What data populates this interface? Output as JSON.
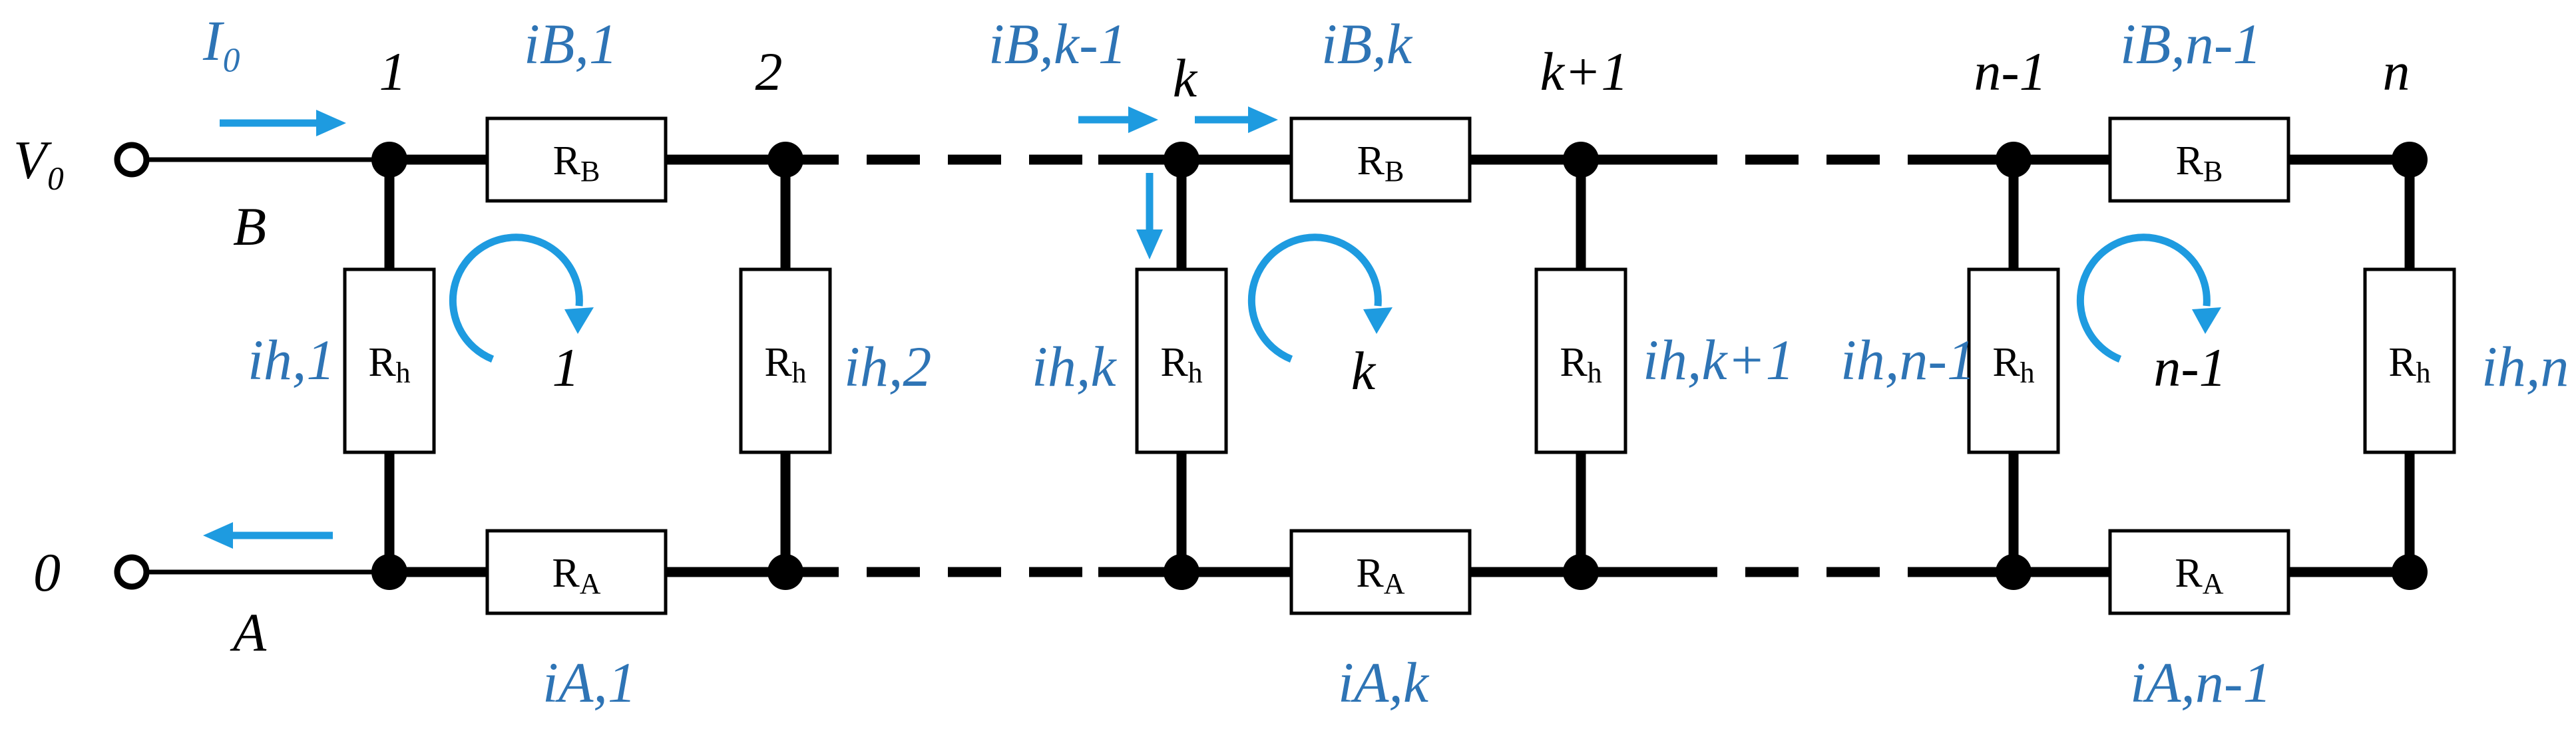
{
  "terminals": {
    "v0": "V₀",
    "zero": "0",
    "rail_b": "B",
    "rail_a": "A"
  },
  "nodes": [
    "1",
    "2",
    "k",
    "k+1",
    "n-1",
    "n"
  ],
  "source_current": "I₀",
  "resistors": {
    "rb": {
      "main": "R",
      "sub": "B"
    },
    "ra": {
      "main": "R",
      "sub": "A"
    },
    "rh": {
      "main": "R",
      "sub": "h"
    }
  },
  "currents_b": [
    "iʙ,1",
    "iB,k-1",
    "iB,k",
    "iB,n-1"
  ],
  "currents_b_text": {
    "b1": "iB,1",
    "bk1": "iB,k-1",
    "bk": "iB,k",
    "bn1": "iB,n-1"
  },
  "currents_a": {
    "a1": "iA,1",
    "ak": "iA,k",
    "an1": "iA,n-1"
  },
  "currents_h": {
    "h1": "ih,1",
    "h2": "ih,2",
    "hk": "ih,k",
    "hk1": "ih,k+1",
    "hn1": "ih,n-1",
    "hn": "ih,n"
  },
  "loops": {
    "l1": "1",
    "lk": "k",
    "ln1": "n-1"
  },
  "colors": {
    "wire": "#000000",
    "current_label": "#2e74b5",
    "arrow": "#1e9be0"
  }
}
